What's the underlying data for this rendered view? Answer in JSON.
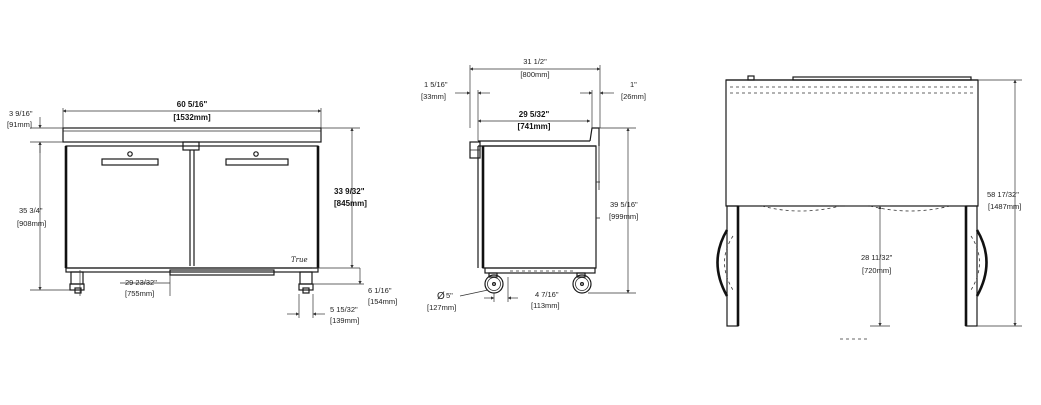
{
  "front_view": {
    "overall_width": {
      "imperial": "60 5/16\"",
      "metric": "[1532mm]"
    },
    "top_thickness": {
      "imperial": "3 9/16\"",
      "metric": "[91mm]"
    },
    "body_height": {
      "imperial": "35 3/4\"",
      "metric": "[908mm]"
    },
    "work_height": {
      "imperial": "33 9/32\"",
      "metric": "[845mm]"
    },
    "base_width": {
      "imperial": "29 23/32\"",
      "metric": "[755mm]"
    },
    "caster_offset": {
      "imperial": "6 1/16\"",
      "metric": "[154mm]"
    },
    "caster_spacing": {
      "imperial": "5 15/32\"",
      "metric": "[139mm]"
    }
  },
  "side_view": {
    "overall_depth": {
      "imperial": "31 1/2\"",
      "metric": "[800mm]"
    },
    "rear_offset": {
      "imperial": "1 5/16\"",
      "metric": "[33mm]"
    },
    "front_offset": {
      "imperial": "1\"",
      "metric": "[26mm]"
    },
    "cabinet_depth": {
      "imperial": "29 5/32\"",
      "metric": "[741mm]"
    },
    "side_height": {
      "imperial": "39 5/16\"",
      "metric": "[999mm]"
    },
    "caster_diameter": {
      "symbol": "Ø",
      "imperial": "5\"",
      "metric": "[127mm]"
    },
    "caster_track": {
      "imperial": "4 7/16\"",
      "metric": "[113mm]"
    }
  },
  "open_view": {
    "overall_height": {
      "imperial": "58 17/32\"",
      "metric": "[1487mm]"
    },
    "door_height": {
      "imperial": "28 11/32\"",
      "metric": "[720mm]"
    }
  }
}
